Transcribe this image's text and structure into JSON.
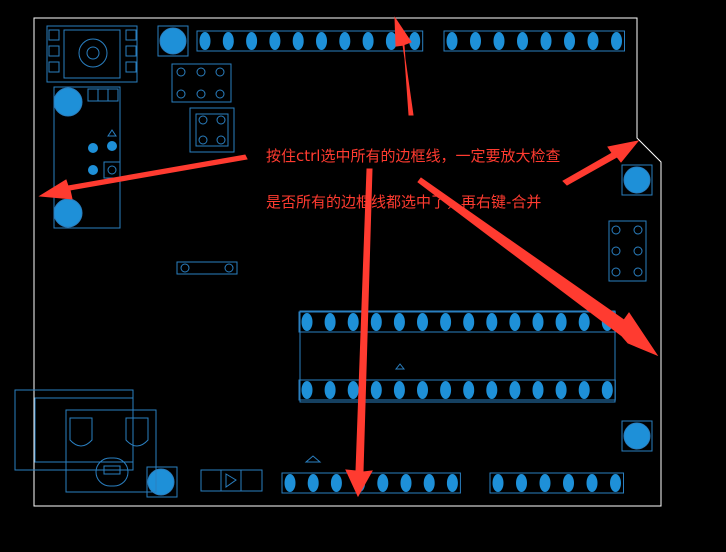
{
  "annotation": {
    "line1": "按住ctrl选中所有的边框线，一定要放大检查",
    "line2": "是否所有的边框线都选中了，再右键-合并"
  },
  "colors": {
    "background": "#000000",
    "outline": "#ffffff",
    "copper": "#1e90d8",
    "silkscreen": "#2a7fc0",
    "annotation": "#ff3b30"
  },
  "icons": {
    "arrow": "red-arrow",
    "pad": "round-pad",
    "usb": "usb-connector",
    "power": "power-jack"
  }
}
